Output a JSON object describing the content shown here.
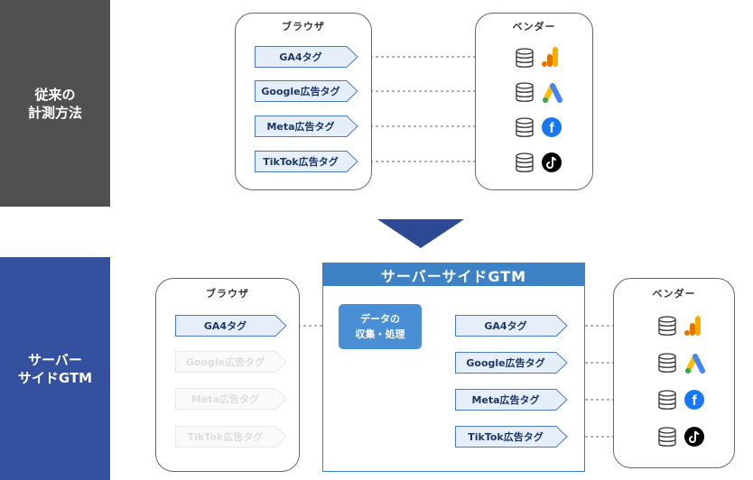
{
  "left_labels": {
    "top": "従来の\n計測方法",
    "bottom": "サーバー\nサイドGTM"
  },
  "top_section": {
    "browser_title": "ブラウザ",
    "vendor_title": "ベンダー",
    "tags": [
      "GA4タグ",
      "Google広告タグ",
      "Meta広告タグ",
      "TikTok広告タグ"
    ],
    "vendor_icons": [
      "google-analytics-icon",
      "google-ads-icon",
      "facebook-icon",
      "tiktok-icon"
    ]
  },
  "bottom_section": {
    "browser_title": "ブラウザ",
    "vendor_title": "ベンダー",
    "gtm_title": "サーバーサイドGTM",
    "process_label": "データの\n収集・処理",
    "browser_tags": [
      "GA4タグ",
      "Google広告タグ",
      "Meta広告タグ",
      "TikTok広告タグ"
    ],
    "gtm_tags": [
      "GA4タグ",
      "Google広告タグ",
      "Meta広告タグ",
      "TikTok広告タグ"
    ],
    "vendor_icons": [
      "google-analytics-icon",
      "google-ads-icon",
      "facebook-icon",
      "tiktok-icon"
    ]
  },
  "colors": {
    "top_label_bg": "#505050",
    "bottom_label_bg": "#3451a0",
    "tag_fill": "#e6eef9",
    "tag_border": "#4a7ac2",
    "gtm_blue": "#3d82c4",
    "process_blue": "#4a8ed4",
    "arrow_blue": "#2c4a94"
  }
}
